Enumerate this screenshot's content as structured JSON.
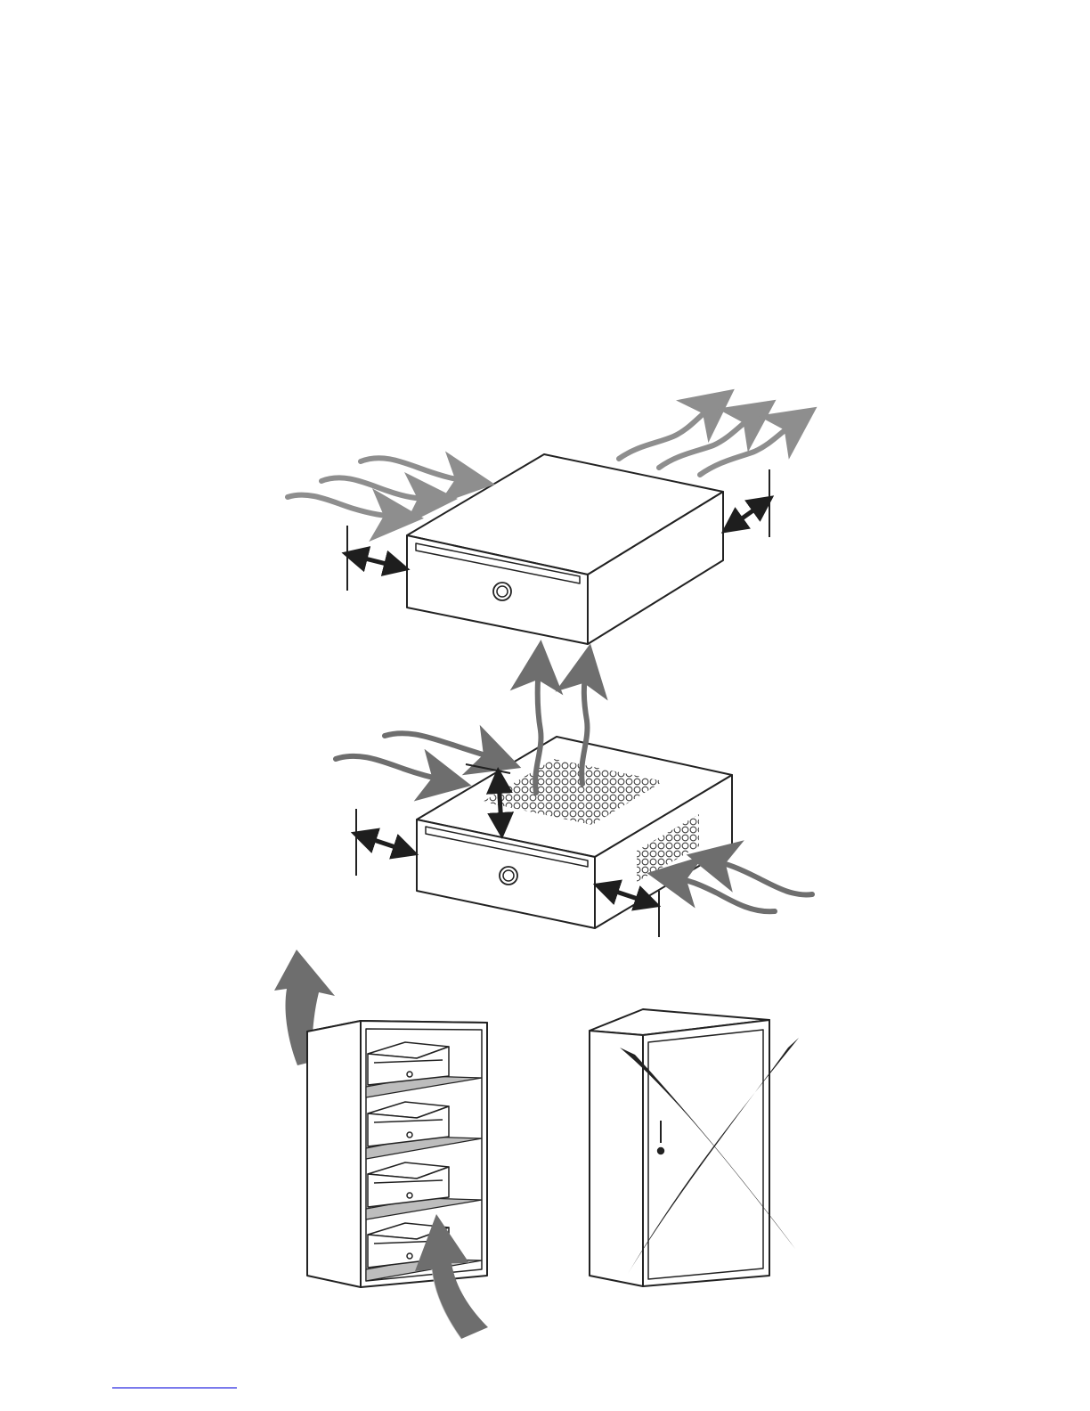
{
  "colors": {
    "background": "#ffffff",
    "outline": "#222222",
    "airflow_light": "#8e8e8e",
    "airflow_dark": "#6e6e6e",
    "clearance_arrow": "#1e1e1e",
    "shelf": "#bdbdbd",
    "cross": "#222222",
    "footer_rule": "#2a2ae0"
  },
  "illustrations": [
    {
      "id": "device-top-clearance",
      "icons": [
        "cash-drawer-icon",
        "airflow-arrow-icon",
        "clearance-arrow-icon"
      ]
    },
    {
      "id": "device-vented-clearance",
      "icons": [
        "vented-device-icon",
        "airflow-arrow-icon",
        "clearance-arrow-icon"
      ]
    },
    {
      "id": "open-shelf-ok",
      "icons": [
        "open-shelf-icon",
        "airflow-arrow-icon"
      ]
    },
    {
      "id": "closed-cabinet-not-allowed",
      "icons": [
        "closed-cabinet-icon",
        "cross-icon"
      ]
    }
  ]
}
